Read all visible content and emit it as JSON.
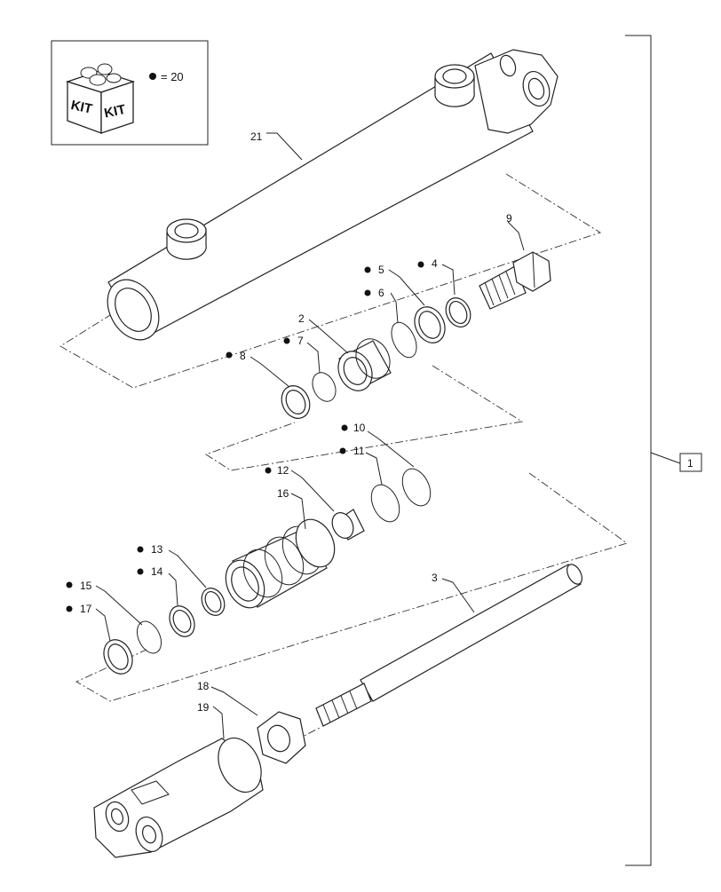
{
  "kit": {
    "box_text_left": "KIT",
    "box_text_right": "KIT",
    "legend_value": "= 20"
  },
  "assembly_label": "1",
  "labels": {
    "p2": "2",
    "p3": "3",
    "p4": "4",
    "p5": "5",
    "p6": "6",
    "p7": "7",
    "p8": "8",
    "p9": "9",
    "p10": "10",
    "p11": "11",
    "p12": "12",
    "p13": "13",
    "p14": "14",
    "p15": "15",
    "p16": "16",
    "p17": "17",
    "p18": "18",
    "p19": "19",
    "p21": "21"
  }
}
